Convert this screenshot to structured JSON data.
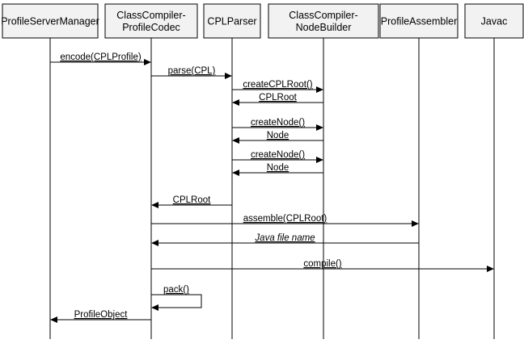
{
  "participants": [
    {
      "id": "psm",
      "lines": [
        "ProfileServerManager"
      ]
    },
    {
      "id": "codec",
      "lines": [
        "ClassCompiler-",
        "ProfileCodec"
      ]
    },
    {
      "id": "parser",
      "lines": [
        "CPLParser"
      ]
    },
    {
      "id": "builder",
      "lines": [
        "ClassCompiler-",
        "NodeBuilder"
      ]
    },
    {
      "id": "assembler",
      "lines": [
        "ProfileAssembler"
      ]
    },
    {
      "id": "javac",
      "lines": [
        "Javac"
      ]
    }
  ],
  "messages": [
    {
      "from": "psm",
      "to": "codec",
      "label": "encode(CPLProfile)"
    },
    {
      "from": "codec",
      "to": "parser",
      "label": "parse(CPL)"
    },
    {
      "from": "parser",
      "to": "builder",
      "label": "createCPLRoot()"
    },
    {
      "from": "builder",
      "to": "parser",
      "label": "CPLRoot"
    },
    {
      "from": "parser",
      "to": "builder",
      "label": "createNode()"
    },
    {
      "from": "builder",
      "to": "parser",
      "label": "Node"
    },
    {
      "from": "parser",
      "to": "builder",
      "label": "createNode()"
    },
    {
      "from": "builder",
      "to": "parser",
      "label": "Node"
    },
    {
      "from": "parser",
      "to": "codec",
      "label": "CPLRoot"
    },
    {
      "from": "codec",
      "to": "assembler",
      "label": "assemble(CPLRoot)"
    },
    {
      "from": "assembler",
      "to": "codec",
      "label": "Java file name",
      "italic": true
    },
    {
      "from": "codec",
      "to": "javac",
      "label": "compile()"
    },
    {
      "from": "codec",
      "to": "codec",
      "label": "pack()",
      "self": true
    },
    {
      "from": "codec",
      "to": "psm",
      "label": "ProfileObject"
    }
  ]
}
